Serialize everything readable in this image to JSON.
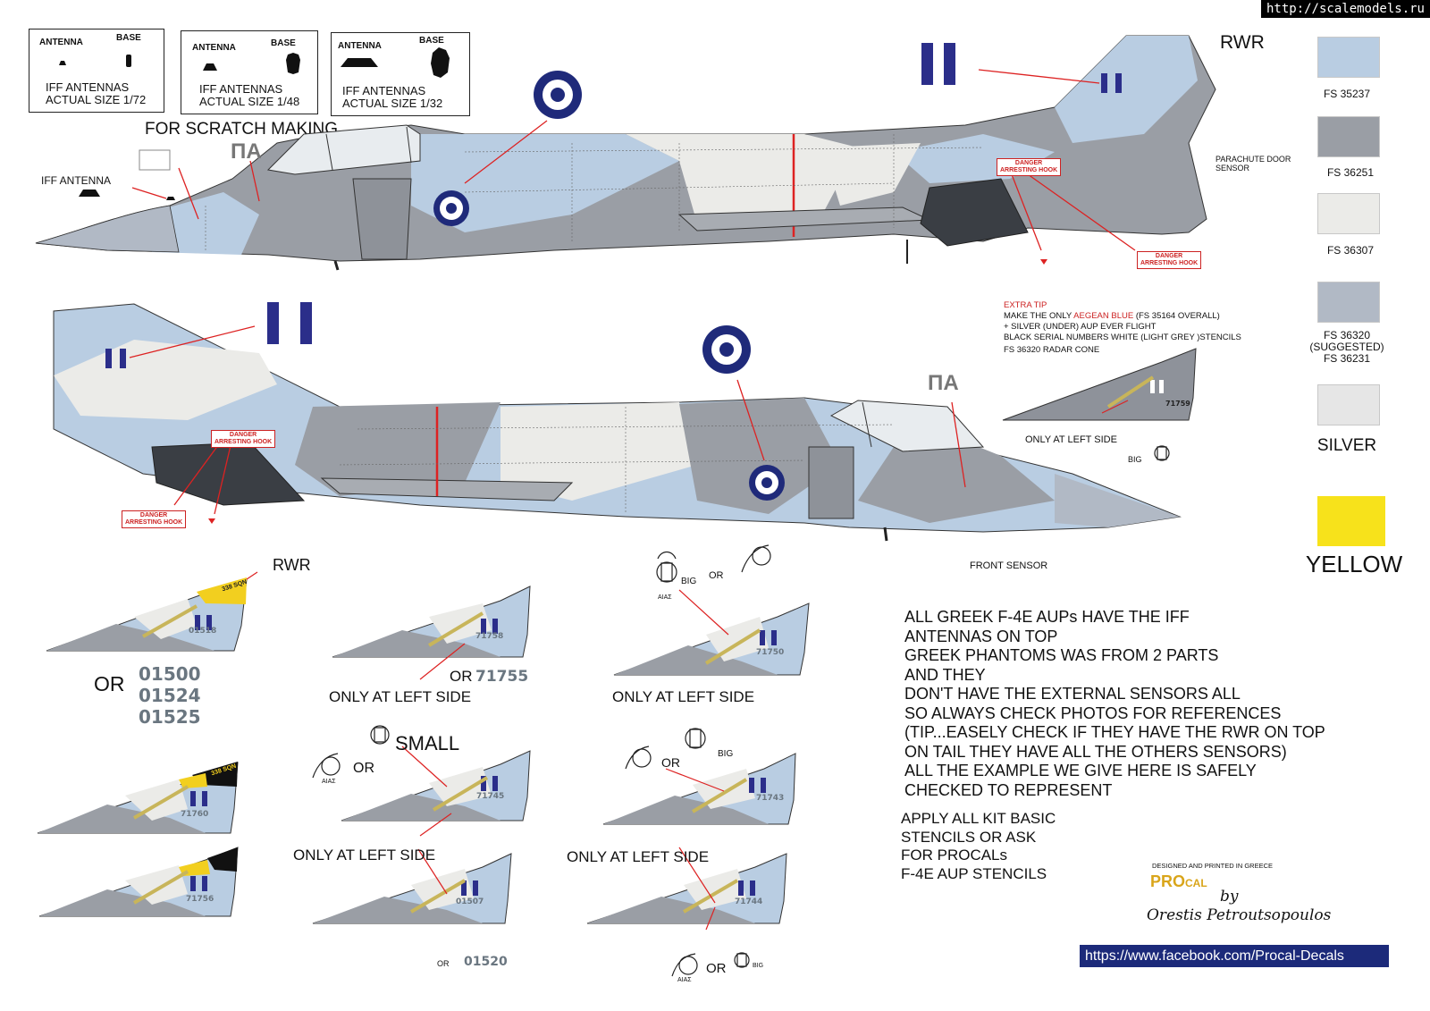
{
  "watermark": "http://scalemodels.ru",
  "iff_boxes": [
    {
      "antenna": "ANTENNA",
      "base": "BASE",
      "caption1": "IFF ANTENNAS",
      "caption2": "ACTUAL SIZE 1/72"
    },
    {
      "antenna": "ANTENNA",
      "base": "BASE",
      "caption1": "IFF ANTENNAS",
      "caption2": "ACTUAL SIZE 1/48"
    },
    {
      "antenna": "ANTENNA",
      "base": "BASE",
      "caption1": "IFF ANTENNAS",
      "caption2": "ACTUAL SIZE 1/32"
    }
  ],
  "scratch_label": "FOR SCRATCH MAKING",
  "top_view": {
    "pi_alpha": "ΠΑ",
    "iff_antenna": "IFF ANTENNA",
    "rwr": "RWR",
    "parachute_1": "PARACHUTE DOOR",
    "parachute_2": "SENSOR",
    "danger_1": "DANGER",
    "danger_2": "ARRESTING HOOK"
  },
  "bottom_view": {
    "pi_alpha": "ΠΑ",
    "front_sensor": "FRONT SENSOR",
    "danger_1": "DANGER",
    "danger_2": "ARRESTING HOOK"
  },
  "extra_tip": {
    "title": "EXTRA TIP",
    "line1_a": "MAKE THE ONLY ",
    "line1_b": "AEGEAN BLUE",
    "line1_c": " (FS 35164 OVERALL)",
    "line2": "+ SILVER (UNDER) AUP EVER FLIGHT",
    "line3": "BLACK SERIAL NUMBERS WHITE (LIGHT GREY )STENCILS",
    "line4": "FS 36320 RADAR CONE"
  },
  "swatches": [
    {
      "label": "FS 35237",
      "color": "#b9cde2"
    },
    {
      "label": "FS 36251",
      "color": "#9a9ea5"
    },
    {
      "label": "FS 36307",
      "color": "#ebebe8"
    },
    {
      "label": "FS 36320\n(SUGGESTED)\nFS 36231",
      "color": "#b1b9c5"
    },
    {
      "label": "SILVER",
      "color": "#e6e6e6"
    },
    {
      "label": "YELLOW",
      "color": "#f7e21b"
    }
  ],
  "tails": {
    "only_left": "ONLY AT LEFT SIDE",
    "or": "OR",
    "big": "BIG",
    "small": "SMALL",
    "rwr": "RWR",
    "sqn": "338 SQN",
    "aias": "ΑΙΑΣ",
    "serials": [
      "01518",
      "71758",
      "71750",
      "71760",
      "71745",
      "71743",
      "71756",
      "01507",
      "71744",
      "71759"
    ],
    "alt_serials": [
      "01500",
      "01524",
      "01525"
    ],
    "alt_serial_2": "71755",
    "alt_serial_3": "01520"
  },
  "notes_1": "ALL GREEK F-4E AUPs HAVE THE IFF\nANTENNAS ON TOP\nGREEK PHANTOMS WAS FROM 2 PARTS\nAND THEY\nDON'T HAVE THE EXTERNAL SENSORS ALL\nSO ALWAYS CHECK PHOTOS FOR REFERENCES\n(TIP...EASELY CHECK IF THEY HAVE THE RWR ON TOP\nON TAIL THEY HAVE ALL THE OTHERS SENSORS)\nALL THE EXAMPLE WE GIVE HERE IS SAFELY\nCHECKED TO REPRESENT",
  "notes_2": "APPLY ALL KIT BASIC\n STENCILS OR ASK\nFOR PROCALs\nF-4E AUP STENCILS",
  "credits": {
    "designed": "DESIGNED AND PRINTED IN GREECE",
    "brand_a": "PRO",
    "brand_b": "CAL",
    "by": "by",
    "author": "Orestis Petroutsopoulos",
    "url": "https://www.facebook.com/Procal-Decals"
  }
}
